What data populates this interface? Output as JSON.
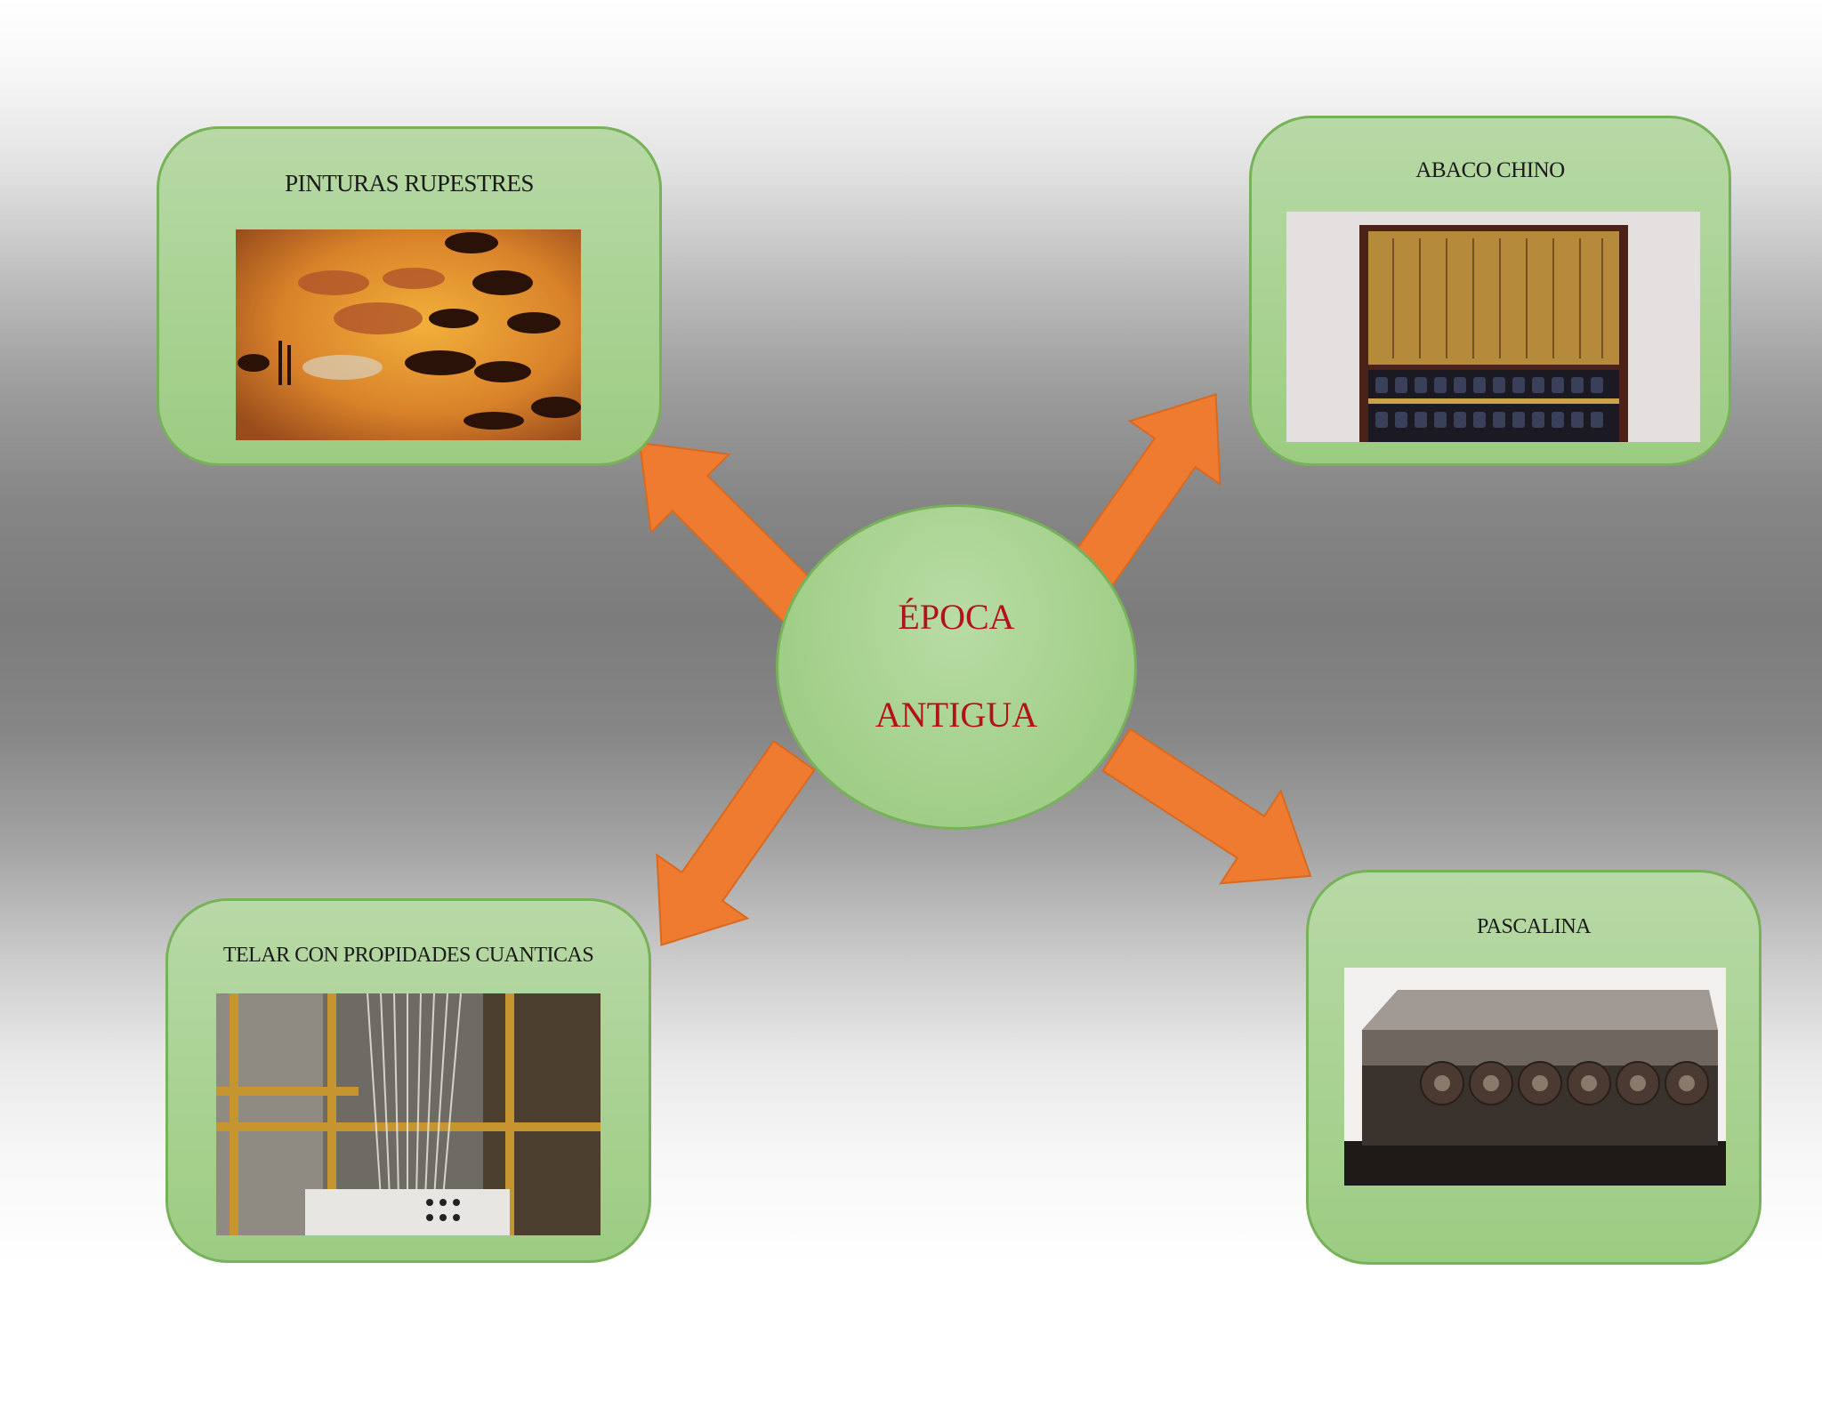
{
  "center": {
    "line1": "ÉPOCA",
    "line2": "ANTIGUA"
  },
  "cards": {
    "pinturas": {
      "title": "PINTURAS RUPESTRES",
      "image": "cave-painting"
    },
    "abaco": {
      "title": "ABACO CHINO",
      "image": "chinese-abacus"
    },
    "telar": {
      "title": "TELAR CON PROPIDADES CUANTICAS",
      "image": "loom"
    },
    "pascalina": {
      "title": "PASCALINA",
      "image": "pascaline-calculator"
    }
  },
  "colors": {
    "card_fill": "#a8d291",
    "card_border": "#77b25a",
    "arrow": "#ee7b30",
    "center_text": "#b3121b"
  }
}
